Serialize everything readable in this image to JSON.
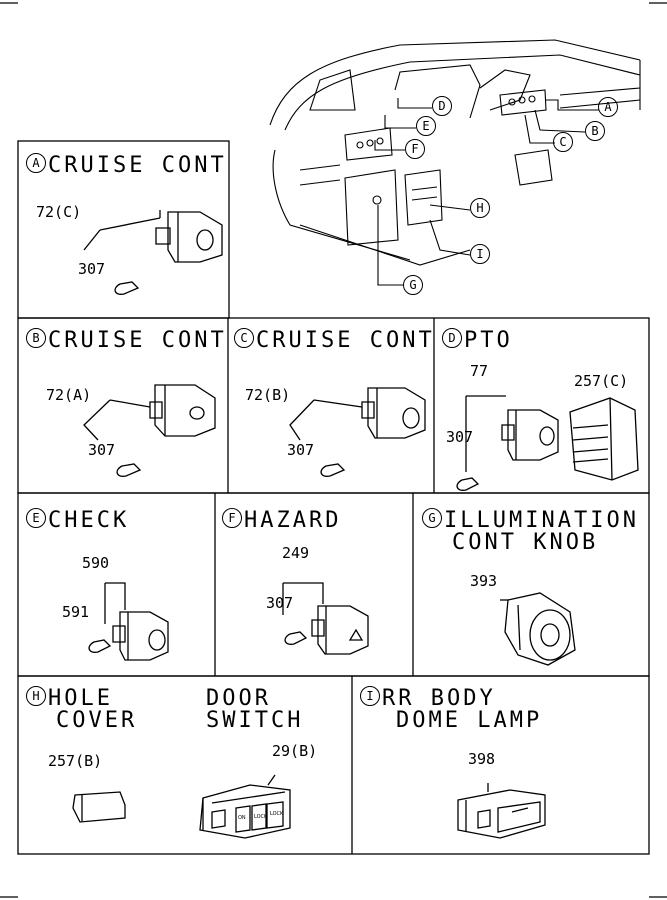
{
  "panels": {
    "A": {
      "badge": "A",
      "title": "CRUISE CONT",
      "parts": [
        "72(C)",
        "307"
      ]
    },
    "B": {
      "badge": "B",
      "title": "CRUISE CONT",
      "parts": [
        "72(A)",
        "307"
      ]
    },
    "C": {
      "badge": "C",
      "title": "CRUISE CONT",
      "parts": [
        "72(B)",
        "307"
      ]
    },
    "D": {
      "badge": "D",
      "title": "PTO",
      "parts": [
        "77",
        "257(C)",
        "307"
      ]
    },
    "E": {
      "badge": "E",
      "title": "CHECK",
      "parts": [
        "590",
        "591"
      ]
    },
    "F": {
      "badge": "F",
      "title": "HAZARD",
      "parts": [
        "249",
        "307"
      ]
    },
    "G": {
      "badge": "G",
      "title_line1": "ILLUMINATION",
      "title_line2": "CONT KNOB",
      "parts": [
        "393"
      ]
    },
    "H": {
      "badge": "H",
      "title_line1": "HOLE",
      "title_line2": "COVER",
      "title2_line1": "DOOR",
      "title2_line2": "SWITCH",
      "parts": [
        "257(B)",
        "29(B)"
      ],
      "switch_text_1": "ON",
      "switch_text_2": "LOCK",
      "switch_text_3": "LOCK"
    },
    "I": {
      "badge": "I",
      "title_line1": "RR BODY",
      "title_line2": "DOME LAMP",
      "parts": [
        "398"
      ]
    }
  },
  "overview": {
    "callouts": [
      "A",
      "B",
      "C",
      "D",
      "E",
      "F",
      "G",
      "H",
      "I"
    ]
  }
}
